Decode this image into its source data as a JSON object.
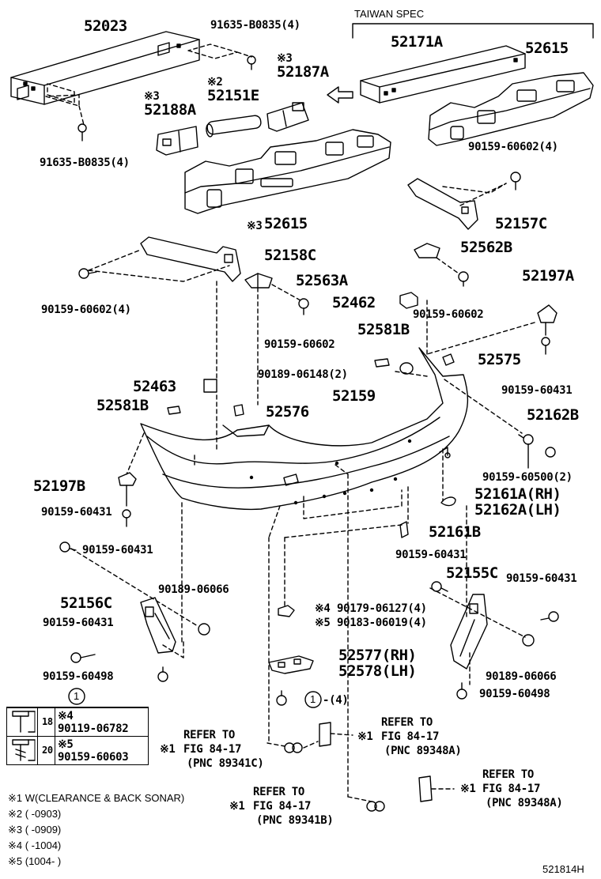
{
  "diagram": {
    "spec_title": "TAIWAN SPEC",
    "figure_number": "521814H",
    "labels": {
      "p52023": "52023",
      "p91635_top": "91635-B0835(4)",
      "p91635_left": "91635-B0835(4)",
      "p52187A": "52187A",
      "p52187A_mark": "※3",
      "p52151E": "52151E",
      "p52151E_mark": "※2",
      "p52188A": "52188A",
      "p52188A_mark": "※3",
      "p52615_main": "52615",
      "p52615_main_mark": "※3",
      "p52171A": "52171A",
      "p52615_tw": "52615",
      "p90159_60602_4_right": "90159-60602(4)",
      "p52157C": "52157C",
      "p52158C": "52158C",
      "p90159_60602_4_left": "90159-60602(4)",
      "p52563A": "52563A",
      "p90159_60602_mid": "90159-60602",
      "p52562B": "52562B",
      "p90159_60602_right": "90159-60602",
      "p52197A": "52197A",
      "p52462": "52462",
      "p52581B_top": "52581B",
      "p90189_06148": "90189-06148(2)",
      "p52575": "52575",
      "p90159_60431_right": "90159-60431",
      "p52463": "52463",
      "p52159": "52159",
      "p52581B_left": "52581B",
      "p52576": "52576",
      "p52162B": "52162B",
      "p90159_60500": "90159-60500(2)",
      "p52197B": "52197B",
      "p52161A": "52161A(RH)",
      "p52162A": "52162A(LH)",
      "p90159_60431_a": "90159-60431",
      "p90159_60431_b": "90159-60431",
      "p52161B": "52161B",
      "p90159_60431_c": "90159-60431",
      "p52155C": "52155C",
      "p90159_60431_d": "90159-60431",
      "p52156C": "52156C",
      "p90189_06066_left": "90189-06066",
      "p90159_60431_e": "90159-60431",
      "p90179": "90179-06127(4)",
      "p90179_mark": "※4",
      "p90183": "90183-06019(4)",
      "p90183_mark": "※5",
      "p90189_06066_right": "90189-06066",
      "p90159_60498_left": "90159-60498",
      "p52577": "52577(RH)",
      "p52578": "52578(LH)",
      "p90159_60498_right": "90159-60498",
      "circ1_top": "1",
      "circ1_qty_num": "1",
      "circ1_qty": "-(4)"
    },
    "legend": {
      "rows": [
        {
          "mark": "※4",
          "size": "18",
          "part": "90119-06782"
        },
        {
          "mark": "※5",
          "size": "20",
          "part": "90159-60603"
        }
      ]
    },
    "refs": [
      {
        "refer": "REFER TO",
        "fig": "FIG 84-17",
        "pnc": "(PNC 89341C)",
        "mark": "※1"
      },
      {
        "refer": "REFER TO",
        "fig": "FIG 84-17",
        "pnc": "(PNC 89348A)",
        "mark": "※1"
      },
      {
        "refer": "REFER TO",
        "fig": "FIG 84-17",
        "pnc": "(PNC 89341B)",
        "mark": "※1"
      },
      {
        "refer": "REFER TO",
        "fig": "FIG 84-17",
        "pnc": "(PNC 89348A)",
        "mark": "※1"
      }
    ],
    "notes": [
      "※1 W(CLEARANCE & BACK SONAR)",
      "※2 (      -0903)",
      "※3 (      -0909)",
      "※4 (      -1004)",
      "※5 (1004-      )"
    ]
  }
}
